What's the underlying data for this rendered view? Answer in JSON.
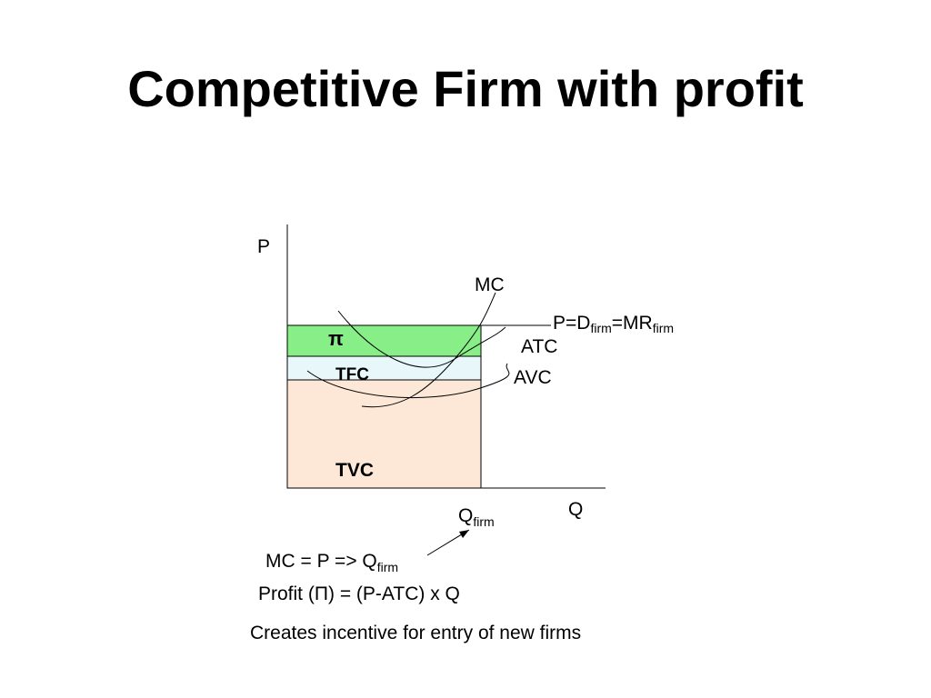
{
  "title": "Competitive Firm with profit",
  "axes": {
    "y_label": "P",
    "x_label": "Q"
  },
  "curves": {
    "mc": "MC",
    "atc": "ATC",
    "avc": "AVC"
  },
  "price_line": {
    "p": "P=D",
    "firm_sub_1": "firm",
    "eq_mr": "=MR",
    "firm_sub_2": "firm"
  },
  "regions": {
    "profit": "π",
    "tfc": "TFC",
    "tvc": "TVC"
  },
  "quantity": {
    "q": "Q",
    "firm_sub": "firm"
  },
  "notes": {
    "rule_main": "MC = P => Q",
    "rule_sub": "firm",
    "profit_formula": "Profit (Π) = (P-ATC) x Q",
    "incentive": "Creates incentive for entry of new firms"
  },
  "colors": {
    "profit_fill": "#88ee88",
    "tfc_fill": "#e8f8fa",
    "tvc_fill": "#fde8d8"
  }
}
